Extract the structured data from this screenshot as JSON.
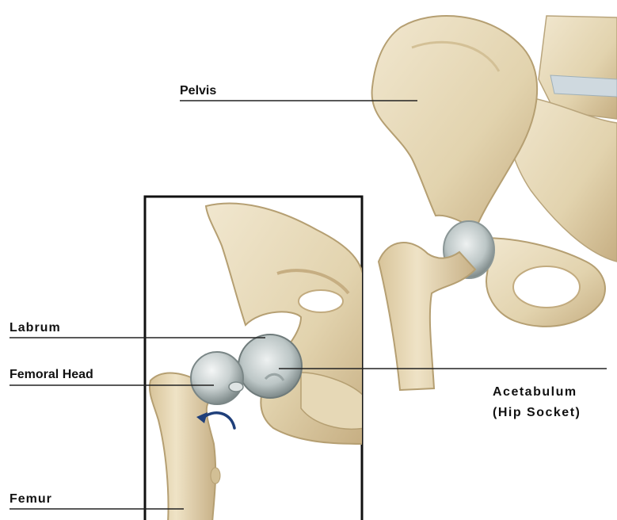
{
  "labels": {
    "pelvis": "Pelvis",
    "labrum": "Labrum",
    "femoral_head": "Femoral Head",
    "femur": "Femur",
    "acetabulum_line1": "Acetabulum",
    "acetabulum_line2": "(Hip Socket)"
  },
  "colors": {
    "bone": "#e8dcbf",
    "bone_shadow": "#c9b48a",
    "cartilage": "#cfd6d6",
    "cartilage_dark": "#8e9a9a",
    "frame": "#111111",
    "arrow": "#1f3f7a",
    "leader": "#222222"
  },
  "icons": {
    "rotation_arrow": "curved-arrow-icon"
  }
}
